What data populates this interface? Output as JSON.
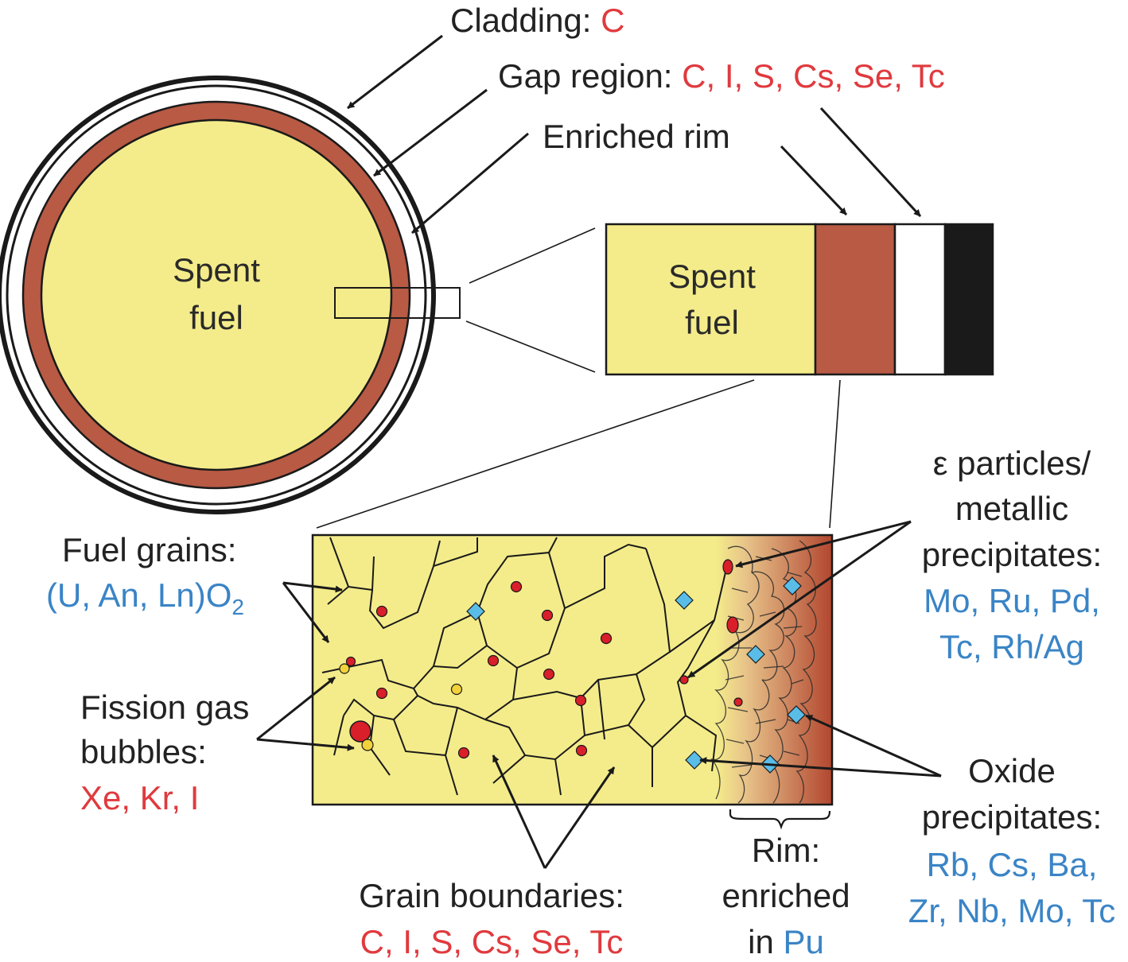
{
  "colors": {
    "fuel_yellow": "#f4ec8a",
    "rim_brown": "#b85a44",
    "cladding_black": "#1a1a1a",
    "label_red": "#e03a3e",
    "label_blue": "#3a84c6",
    "particle_red": "#d81f2a",
    "particle_yellow": "#f2d23a",
    "particle_blue": "#59bde8"
  },
  "labels": {
    "cladding": {
      "prefix": "Cladding: ",
      "elements": "C"
    },
    "gap": {
      "prefix": "Gap region: ",
      "elements": "C, I, S, Cs, Se, Tc"
    },
    "enriched_rim": "Enriched rim",
    "pellet_line1": "Spent",
    "pellet_line2": "fuel",
    "zoom_line1": "Spent",
    "zoom_line2": "fuel",
    "fuel_grains": {
      "title": "Fuel grains:",
      "formula_main": "(U, An, Ln)O",
      "formula_sub": "2"
    },
    "fission_gas": {
      "line1": "Fission gas",
      "line2": "bubbles:",
      "elements": "Xe, Kr, I"
    },
    "epsilon": {
      "line1": "ε particles/",
      "line2": "metallic",
      "line3": "precipitates:",
      "elements1": "Mo, Ru, Pd,",
      "elements2": "Tc, Rh/Ag"
    },
    "oxide": {
      "line1": "Oxide",
      "line2": "precipitates:",
      "elements1": "Rb, Cs, Ba,",
      "elements2": "Zr, Nb, Mo, Tc"
    },
    "grain_boundaries": {
      "title": "Grain boundaries:",
      "elements": "C, I, S, Cs, Se, Tc"
    },
    "rim_pu": {
      "line1": "Rim:",
      "line2": "enriched",
      "line3_prefix": "in ",
      "line3_element": "Pu"
    }
  }
}
